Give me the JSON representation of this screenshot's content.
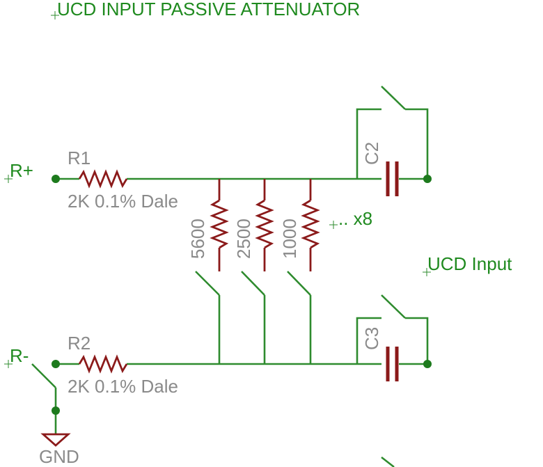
{
  "title": "UCD INPUT PASSIVE ATTENUATOR",
  "nets": {
    "r_plus": "R+",
    "r_minus": "R-",
    "ucd_input": "UCD Input",
    "gnd": "GND",
    "x8": ".. x8"
  },
  "r1": {
    "ref": "R1",
    "value": "2K 0.1% Dale"
  },
  "r2": {
    "ref": "R2",
    "value": "2K 0.1% Dale"
  },
  "shunts": [
    {
      "value": "5600"
    },
    {
      "value": "2500"
    },
    {
      "value": "1000"
    }
  ],
  "caps": [
    {
      "ref": "C2"
    },
    {
      "ref": "C3"
    }
  ],
  "colors": {
    "wire": "#2e8b2e",
    "component": "#8b1a1a",
    "junction": "#1d7a1d",
    "net_label": "#1f8a1f",
    "part_label": "#8a8a8a"
  }
}
